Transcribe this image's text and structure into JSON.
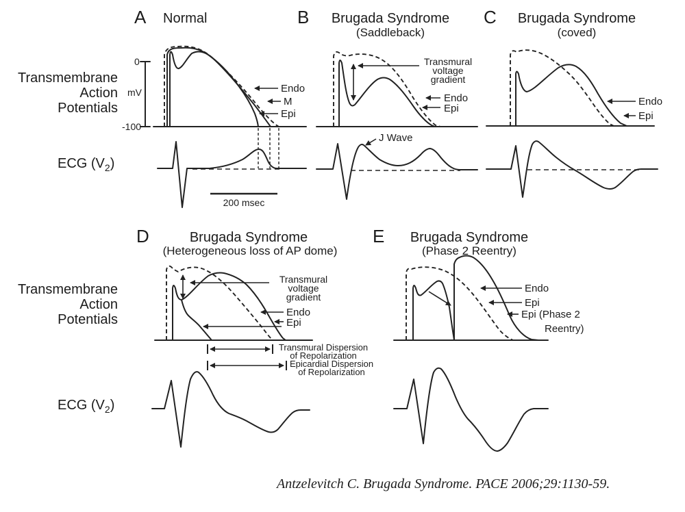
{
  "colors": {
    "ink": "#222222",
    "background": "#ffffff"
  },
  "left_labels": {
    "row1": {
      "l1": "Transmembrane",
      "l2": "Action",
      "l3": "Potentials",
      "ecg_pre": "ECG (V",
      "ecg_sub": "2",
      "ecg_post": ")"
    },
    "row2": {
      "l1": "Transmembrane",
      "l2": "Action",
      "l3": "Potentials",
      "ecg_pre": "ECG (V",
      "ecg_sub": "2",
      "ecg_post": ")"
    }
  },
  "axis": {
    "zero": "0",
    "minus100": "-100",
    "unit": "mV"
  },
  "scale_bar": {
    "label": "200 msec"
  },
  "panels": {
    "a": {
      "letter": "A",
      "title": "Normal",
      "endo": "Endo",
      "m": "M",
      "epi": "Epi"
    },
    "b": {
      "letter": "B",
      "title": "Brugada Syndrome",
      "subtitle": "(Saddleback)",
      "grad1": "Transmural",
      "grad2": "voltage",
      "grad3": "gradient",
      "endo": "Endo",
      "epi": "Epi",
      "jwave": "J Wave"
    },
    "c": {
      "letter": "C",
      "title": "Brugada Syndrome",
      "subtitle": "(coved)",
      "endo": "Endo",
      "epi": "Epi"
    },
    "d": {
      "letter": "D",
      "title": "Brugada Syndrome",
      "subtitle": "(Heterogeneous loss of AP dome)",
      "grad1": "Transmural",
      "grad2": "voltage",
      "grad3": "gradient",
      "endo": "Endo",
      "epi": "Epi",
      "tdr1": "Transmural Dispersion",
      "tdr2": "of Repolarization",
      "edr1": "Epicardial Dispersion",
      "edr2": "of Repolarization"
    },
    "e": {
      "letter": "E",
      "title": "Brugada Syndrome",
      "subtitle": "(Phase 2 Reentry)",
      "endo": "Endo",
      "epi": "Epi",
      "p2r1": "Epi (Phase 2",
      "p2r2": "Reentry)"
    }
  },
  "citation": "Antzelevitch C.  Brugada Syndrome. PACE 2006;29:1130-59."
}
